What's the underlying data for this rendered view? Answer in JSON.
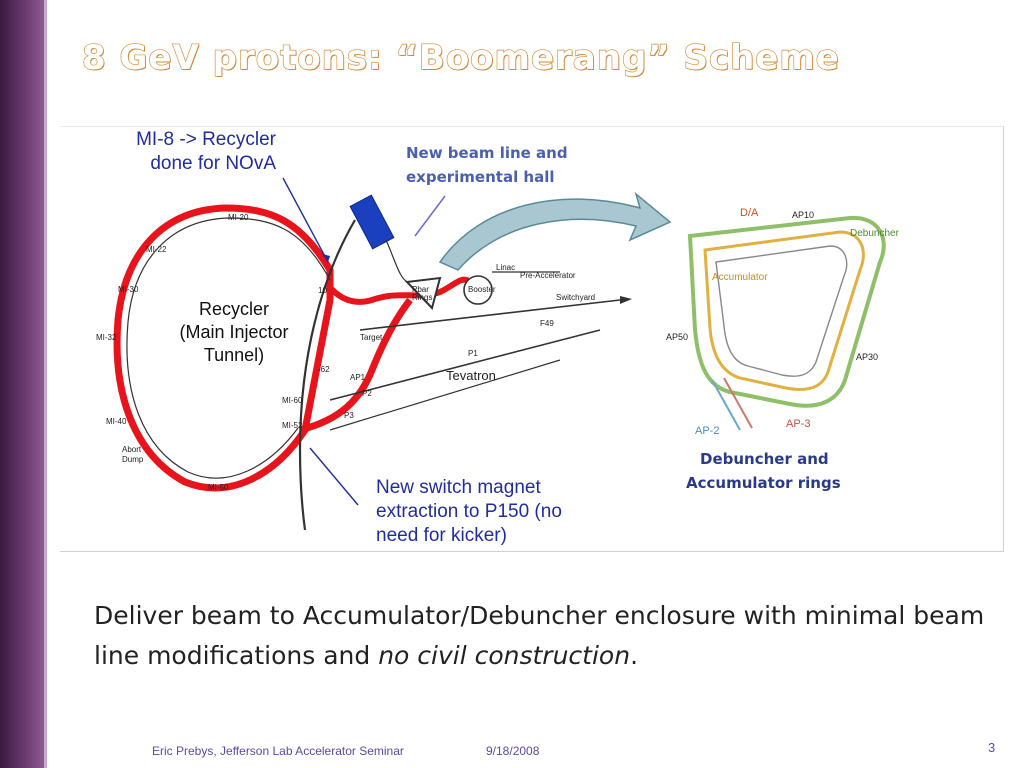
{
  "slide": {
    "title": "8 GeV protons: “Boomerang” Scheme",
    "page_number": "3"
  },
  "callouts": {
    "mi8_line1": "MI-8 -> Recycler",
    "mi8_line2": "done for NOvA",
    "switch_line1": "New switch magnet",
    "switch_line2": "extraction to P150 (no",
    "switch_line3": "need for kicker)"
  },
  "recycler_label": {
    "line1": "Recycler",
    "line2": "(Main Injector",
    "line3": "Tunnel)"
  },
  "diagram": {
    "new_beam_line_1": "New beam line and",
    "new_beam_line_2": "experimental hall",
    "ring_labels": {
      "mi20": "MI-20",
      "mi22": "MI-22",
      "mi30": "MI-30",
      "mi32": "MI-32",
      "mi40": "MI-40",
      "mi50": "MI-50",
      "mi52": "MI-52",
      "mi60": "MI-60",
      "abort": "Abort",
      "dump": "Dump",
      "m10": "10",
      "m62": "-62",
      "pbar1": "Pbar",
      "pbar2": "Rings",
      "booster": "Booster",
      "linac": "Linac",
      "preacc": "Pre-Accelerator",
      "switchyard": "Switchyard",
      "f49": "F49",
      "target": "Target",
      "ap1": "AP1",
      "p1": "P1",
      "p2": "P2",
      "p3": "P3",
      "tevatron": "Tevatron"
    },
    "inset_labels": {
      "da": "D/A",
      "ap10": "AP10",
      "debuncher": "Debuncher",
      "accumulator": "Accumulator",
      "ap50": "AP50",
      "ap30": "AP30",
      "ap2": "AP-2",
      "ap3": "AP-3"
    },
    "inset_caption_1": "Debuncher and",
    "inset_caption_2": "Accumulator rings",
    "colors": {
      "callout_blue": "#1f2d9e",
      "beam_red": "#e8141c",
      "arrow_teal": "#5a8a9a",
      "inset_caption_blue": "#2a3a8a"
    }
  },
  "bullet": {
    "text_main": "Deliver beam to Accumulator/Debuncher enclosure with minimal beam line modifications and ",
    "text_emph": "no civil construction",
    "text_end": "."
  },
  "footer": {
    "author": "Eric Prebys, Jefferson Lab Accelerator Seminar",
    "date": "9/18/2008"
  }
}
